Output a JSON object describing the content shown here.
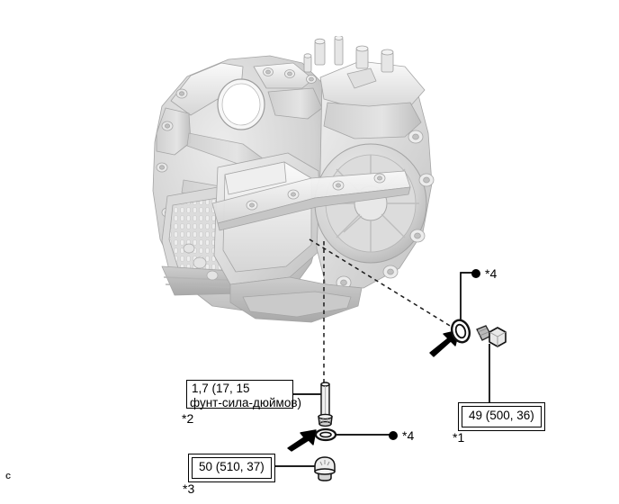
{
  "page": {
    "corner_mark": "c",
    "background_color": "#ffffff",
    "ink_color": "#000000"
  },
  "illustration": {
    "name": "automatic-transaxle-assembly",
    "description": "Grayscale 3D rendering of an automatic transaxle / transmission case viewed from the rear-left, showing the housing, cooler fins, valve body cover and mounting bosses.",
    "body_color": "#d9d9d9",
    "shade_color": "#b4b4b4",
    "highlight_color": "#f2f2f2",
    "outline_color": "#9a9a9a"
  },
  "callouts": [
    {
      "id": "spec-1",
      "torque": "49 (500, 36)",
      "ref": "*1",
      "part": "drain-plug-bolt",
      "double_border": true
    },
    {
      "id": "spec-2",
      "torque_line1": "1,7 (17, 15",
      "torque_line2": "фунт-сила-дюймов)",
      "ref": "*2",
      "part": "breather-stud-bolt",
      "double_border": false
    },
    {
      "id": "spec-3",
      "torque": "50 (510, 37)",
      "ref": "*3",
      "part": "refill-plug",
      "double_border": true
    }
  ],
  "markers": [
    {
      "id": "marker-top",
      "label": "*4",
      "symbol": "filled-circle",
      "part": "gasket-ring-upper"
    },
    {
      "id": "marker-bottom",
      "label": "*4",
      "symbol": "filled-circle",
      "part": "gasket-ring-lower"
    }
  ],
  "parts": [
    {
      "id": "ring-upper",
      "name": "o-ring-gasket-upper",
      "has_arrow": true
    },
    {
      "id": "hex-bolt",
      "name": "hex-head-plug-bolt",
      "has_arrow": false
    },
    {
      "id": "stud-bolt",
      "name": "long-stud-bolt",
      "has_arrow": false
    },
    {
      "id": "ring-lower",
      "name": "o-ring-gasket-lower",
      "has_arrow": true
    },
    {
      "id": "drain-plug",
      "name": "drain-plug",
      "has_arrow": false
    }
  ]
}
